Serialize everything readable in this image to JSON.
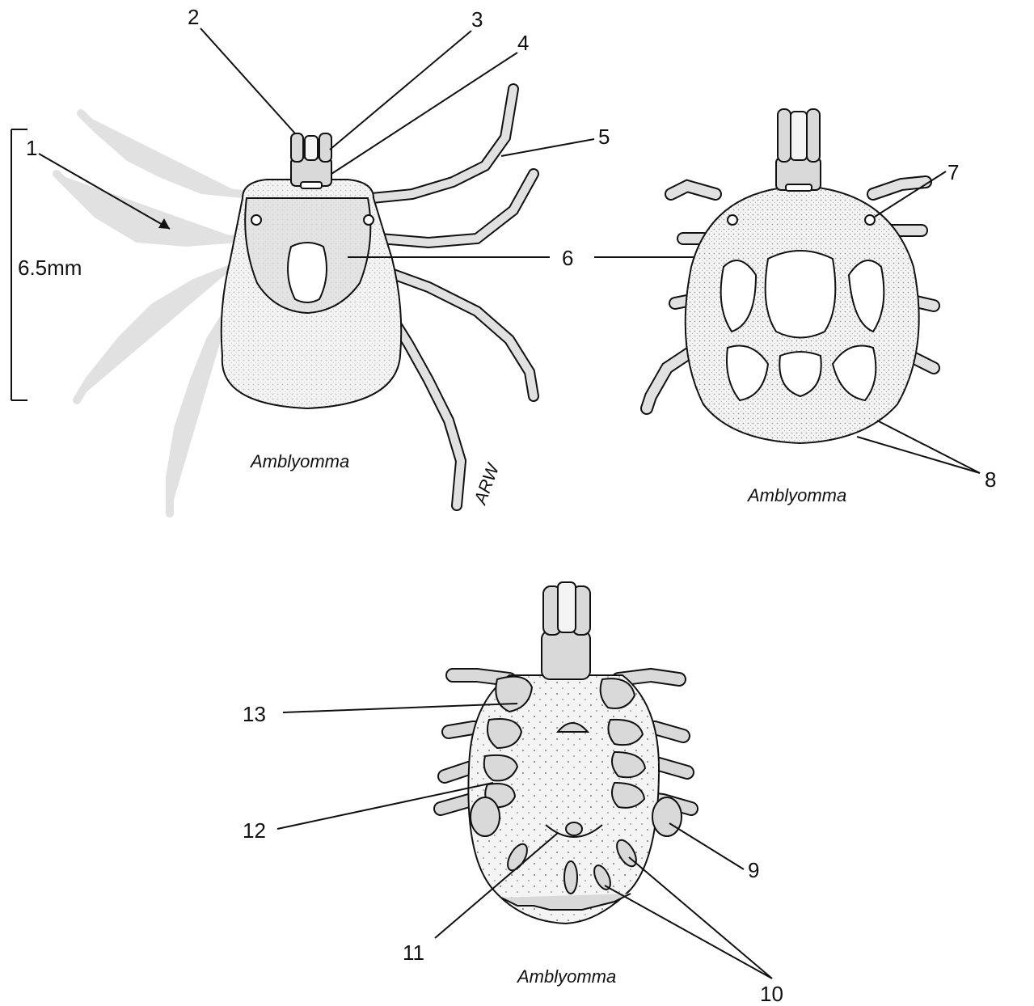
{
  "figure": {
    "scale_bar_label": "6.5mm",
    "artist_initials": "ARW",
    "panels": [
      {
        "id": "dorsal-male",
        "caption": "Amblyomma"
      },
      {
        "id": "dorsal-female",
        "caption": "Amblyomma"
      },
      {
        "id": "ventral",
        "caption": "Amblyomma"
      }
    ],
    "callouts": [
      "1",
      "2",
      "3",
      "4",
      "5",
      "6",
      "7",
      "8",
      "9",
      "10",
      "11",
      "12",
      "13"
    ]
  },
  "colors": {
    "ink": "#111111",
    "paper": "#ffffff",
    "stipple": "#bdbdbd"
  }
}
